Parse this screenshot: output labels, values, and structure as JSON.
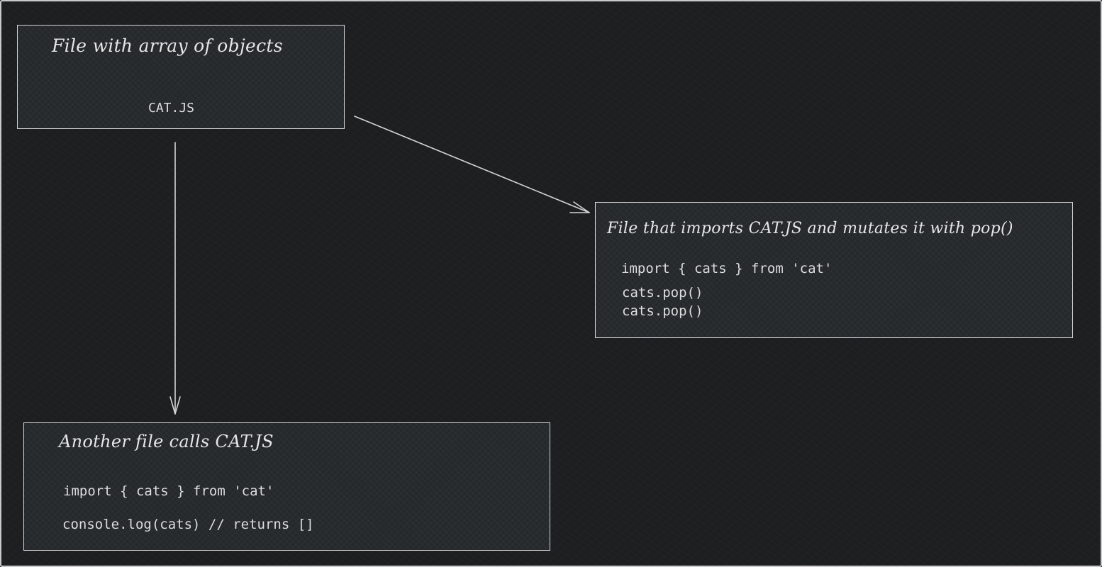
{
  "box_source": {
    "title": "File with array of objects",
    "filename": "CAT.JS"
  },
  "box_mutator": {
    "title": "File that imports CAT.JS and mutates it with pop()",
    "lines": [
      "import { cats } from 'cat'",
      "cats.pop()",
      "cats.pop()"
    ]
  },
  "box_consumer": {
    "title": "Another file calls CAT.JS",
    "lines": [
      "import { cats } from 'cat'",
      "console.log(cats) // returns []"
    ]
  },
  "colors": {
    "background": "#1d1e20",
    "stroke": "#d4d4d4",
    "text": "#e6e6e6"
  }
}
